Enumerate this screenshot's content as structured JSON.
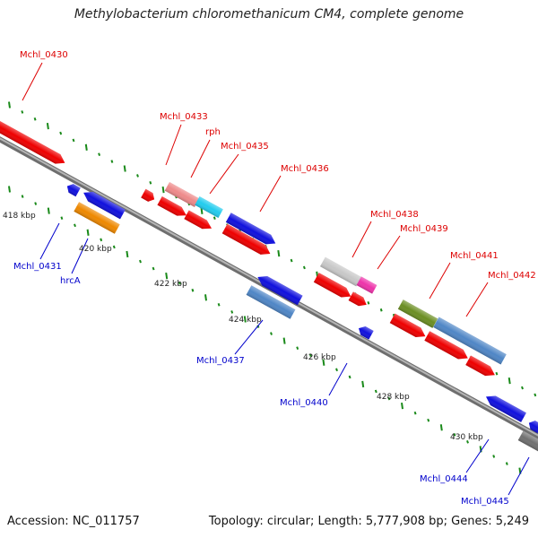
{
  "title": "Methylobacterium chloromethanicum CM4, complete genome",
  "footer": {
    "accession": "Accession: NC_011757",
    "summary": "Topology: circular; Length: 5,777,908 bp; Genes: 5,249"
  },
  "colors": {
    "backbone": "#8a8a8a",
    "tick": "#1a8a1a",
    "label_forward": "#dd0000",
    "label_reverse": "#0000cc",
    "scale_text": "#222222"
  },
  "scale_ticks": [
    {
      "label": "418 kbp"
    },
    {
      "label": "420 kbp"
    },
    {
      "label": "422 kbp"
    },
    {
      "label": "424 kbp"
    },
    {
      "label": "426 kbp"
    },
    {
      "label": "428 kbp"
    },
    {
      "label": "430 kbp"
    }
  ],
  "gene_labels": [
    {
      "text": "Mchl_0430",
      "strand": "forward"
    },
    {
      "text": "Mchl_0433",
      "strand": "forward"
    },
    {
      "text": "rph",
      "strand": "forward"
    },
    {
      "text": "Mchl_0435",
      "strand": "forward"
    },
    {
      "text": "Mchl_0436",
      "strand": "forward"
    },
    {
      "text": "Mchl_0438",
      "strand": "forward"
    },
    {
      "text": "Mchl_0439",
      "strand": "forward"
    },
    {
      "text": "Mchl_0441",
      "strand": "forward"
    },
    {
      "text": "Mchl_0442",
      "strand": "forward"
    },
    {
      "text": "Mchl_0431",
      "strand": "reverse"
    },
    {
      "text": "hrcA",
      "strand": "reverse"
    },
    {
      "text": "Mchl_0437",
      "strand": "reverse"
    },
    {
      "text": "Mchl_0440",
      "strand": "reverse"
    },
    {
      "text": "Mchl_0444",
      "strand": "reverse"
    },
    {
      "text": "Mchl_0445",
      "strand": "reverse"
    }
  ]
}
